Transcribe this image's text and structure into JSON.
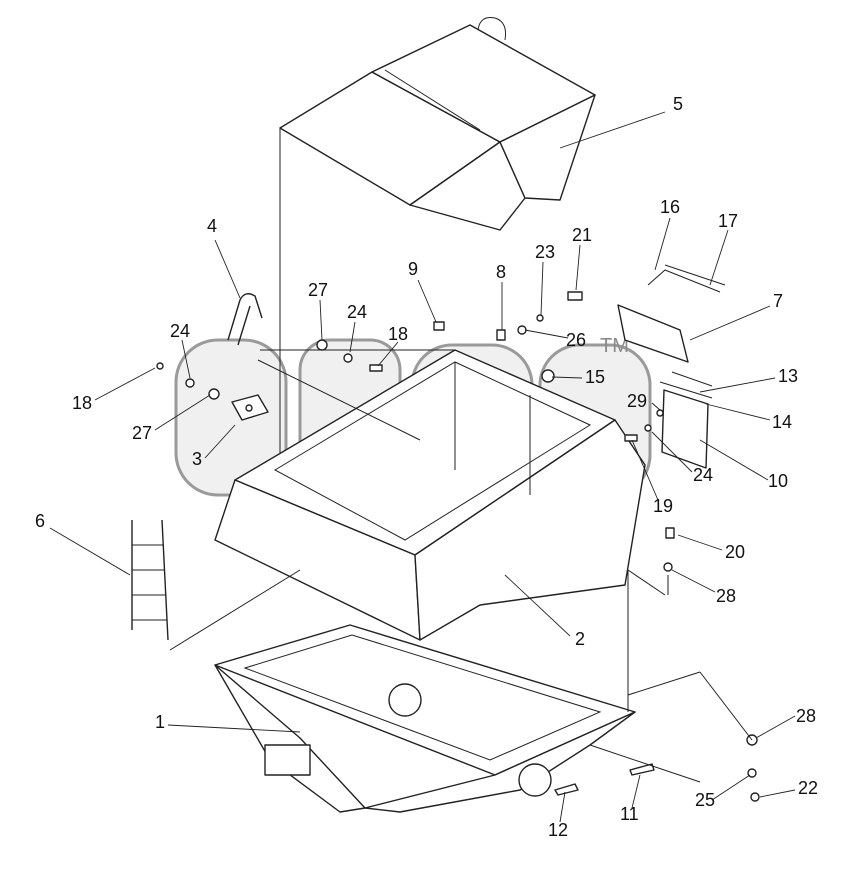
{
  "diagram": {
    "watermark_tm": "TM",
    "callouts": [
      "1",
      "2",
      "3",
      "4",
      "5",
      "6",
      "7",
      "8",
      "9",
      "10",
      "11",
      "12",
      "13",
      "14",
      "15",
      "16",
      "17",
      "18",
      "18",
      "19",
      "20",
      "21",
      "22",
      "23",
      "24",
      "24",
      "24",
      "25",
      "26",
      "27",
      "27",
      "28",
      "28",
      "29"
    ]
  }
}
